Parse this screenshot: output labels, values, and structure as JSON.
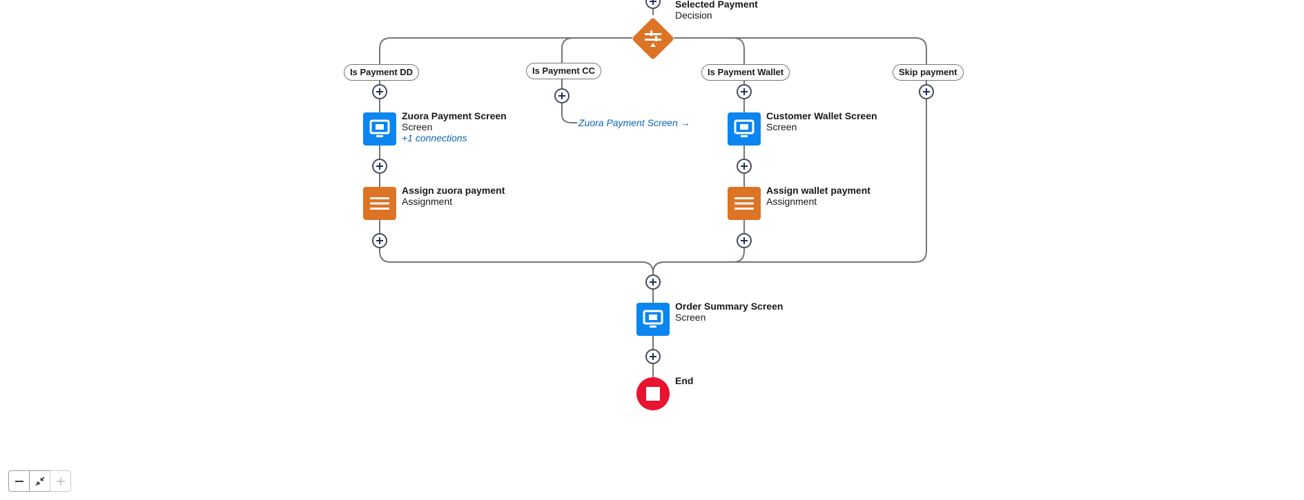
{
  "decision": {
    "title": "Selected Payment",
    "type": "Decision",
    "icon": "decision-icon",
    "color": "#dd7325"
  },
  "outcomes": [
    {
      "label": "Is Payment DD"
    },
    {
      "label": "Is Payment CC"
    },
    {
      "label": "Is Payment Wallet"
    },
    {
      "label": "Skip payment"
    }
  ],
  "branch_dd": {
    "screen": {
      "title": "Zuora Payment Screen",
      "type": "Screen",
      "extra": "+1 connections",
      "icon": "screen-icon"
    },
    "assignment": {
      "title": "Assign zuora payment",
      "type": "Assignment",
      "icon": "assignment-icon"
    }
  },
  "branch_cc": {
    "goto": "Zuora Payment Screen →"
  },
  "branch_wallet": {
    "screen": {
      "title": "Customer Wallet Screen",
      "type": "Screen",
      "icon": "screen-icon"
    },
    "assignment": {
      "title": "Assign wallet payment",
      "type": "Assignment",
      "icon": "assignment-icon"
    }
  },
  "summary": {
    "title": "Order Summary Screen",
    "type": "Screen",
    "icon": "screen-icon"
  },
  "end": {
    "title": "End",
    "icon": "stop-icon"
  },
  "zoom_controls": [
    {
      "name": "zoom-out",
      "icon": "minus-icon"
    },
    {
      "name": "fit-view",
      "icon": "collapse-arrows-icon"
    },
    {
      "name": "zoom-in",
      "icon": "plus-icon",
      "disabled": true
    }
  ],
  "colors": {
    "screen": "#0b86f0",
    "assignment": "#dd7325",
    "end": "#e8132f",
    "connector": "#747474",
    "link": "#0a65b5"
  }
}
